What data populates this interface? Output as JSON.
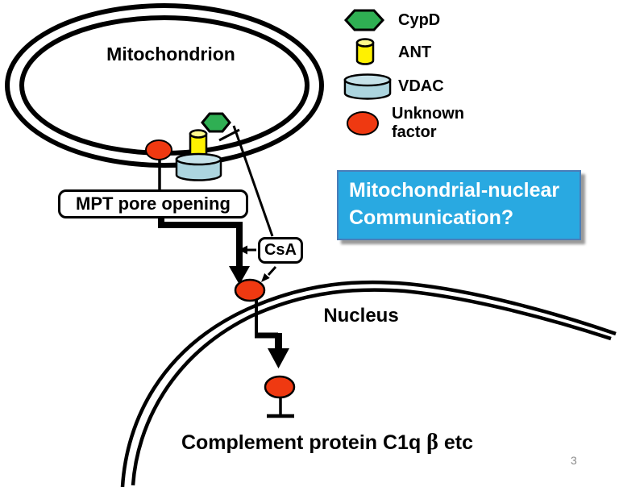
{
  "titles": {
    "mitochondrion": "Mitochondrion",
    "nucleus": "Nucleus"
  },
  "legend": {
    "items": [
      {
        "label": "CypD",
        "shape": "hexagon",
        "color": "#2FAF53"
      },
      {
        "label": "ANT",
        "shape": "cylinder",
        "color": "#FFF100"
      },
      {
        "label": "VDAC",
        "shape": "cylinder",
        "color": "#ACD5DF"
      },
      {
        "label": "Unknown factor",
        "shape": "ellipse",
        "color": "#EF3911"
      }
    ]
  },
  "labels": {
    "mpt_box": "MPT pore opening",
    "csa_box": "CsA",
    "complement_pre": "Complement protein C1q ",
    "complement_beta": "β",
    "complement_post": " etc"
  },
  "callout": {
    "line1": "Mitochondrial-nuclear",
    "line2": "Communication?"
  },
  "page_number": "3",
  "colors": {
    "green": "#2FAF53",
    "yellow": "#FFF100",
    "yellow_light": "#FFFA8C",
    "blue_cyl": "#ACD5DF",
    "blue_cyl_light": "#C6E2E9",
    "red": "#EF3911",
    "box_bg": "#29A9E1",
    "box_border": "#4A7DB8",
    "shadow": "#9a9a9a",
    "page_num": "#8a8a8a"
  }
}
